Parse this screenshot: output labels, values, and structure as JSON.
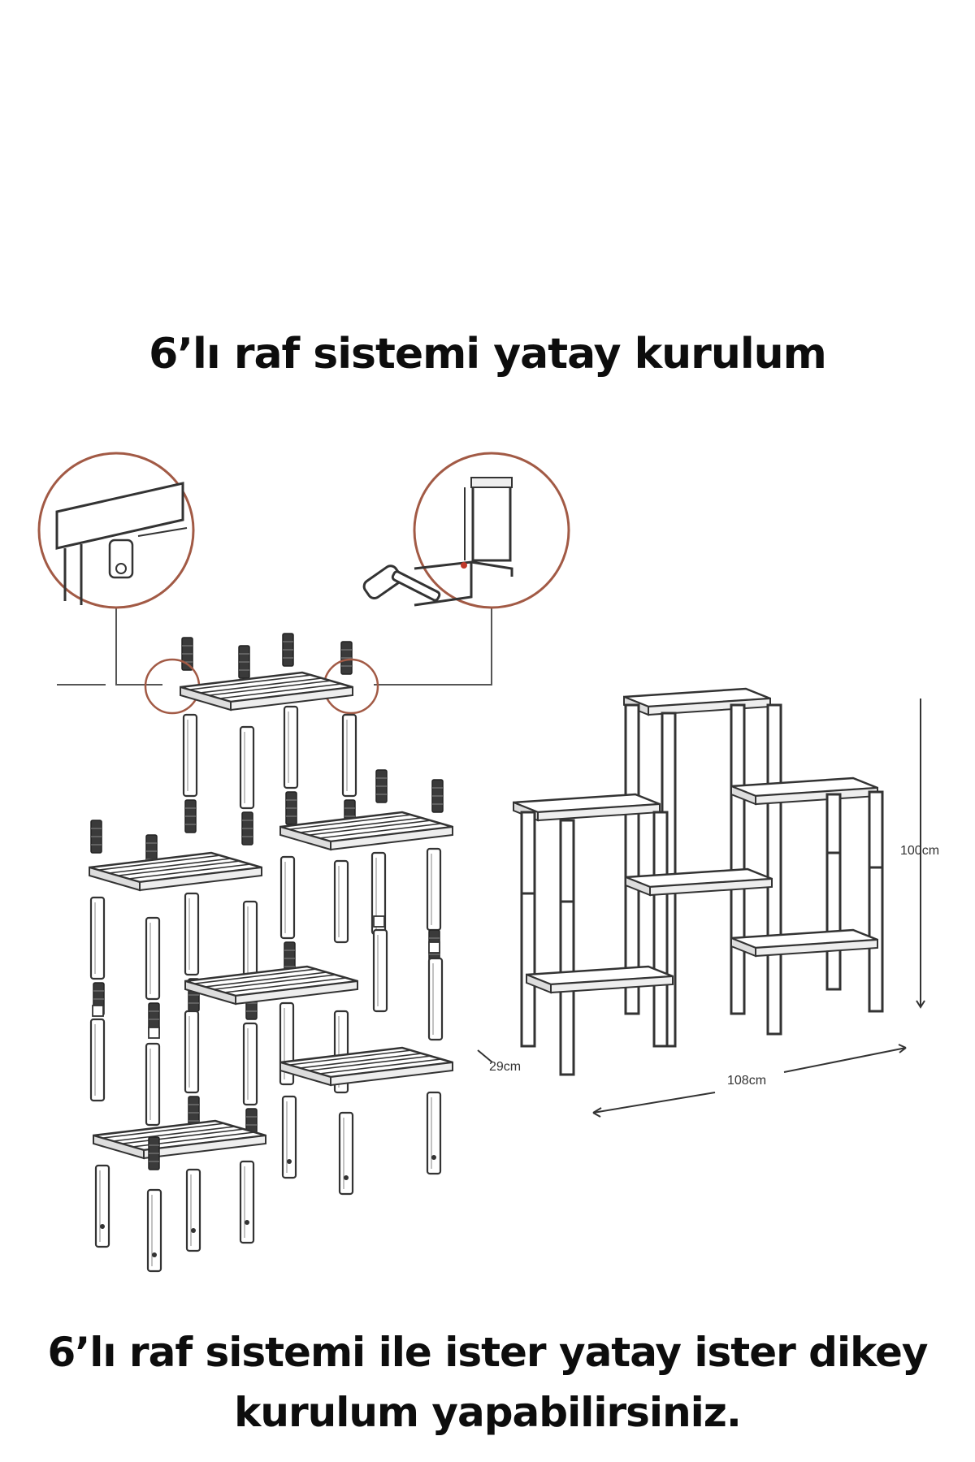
{
  "heading": "6’lı raf sistemi yatay kurulum",
  "caption": {
    "line1": "6’lı raf sistemi ile ister yatay ister dikey",
    "line2": "kurulum yapabilirsiniz."
  },
  "dimensions": {
    "height": "100cm",
    "width": "108cm",
    "depth": "29cm"
  },
  "colors": {
    "callout_circle": "#a25a45",
    "line": "#333333",
    "text": "#0d0d0d"
  },
  "icons": [
    "hammer-icon",
    "bracket-detail",
    "peg-detail"
  ]
}
